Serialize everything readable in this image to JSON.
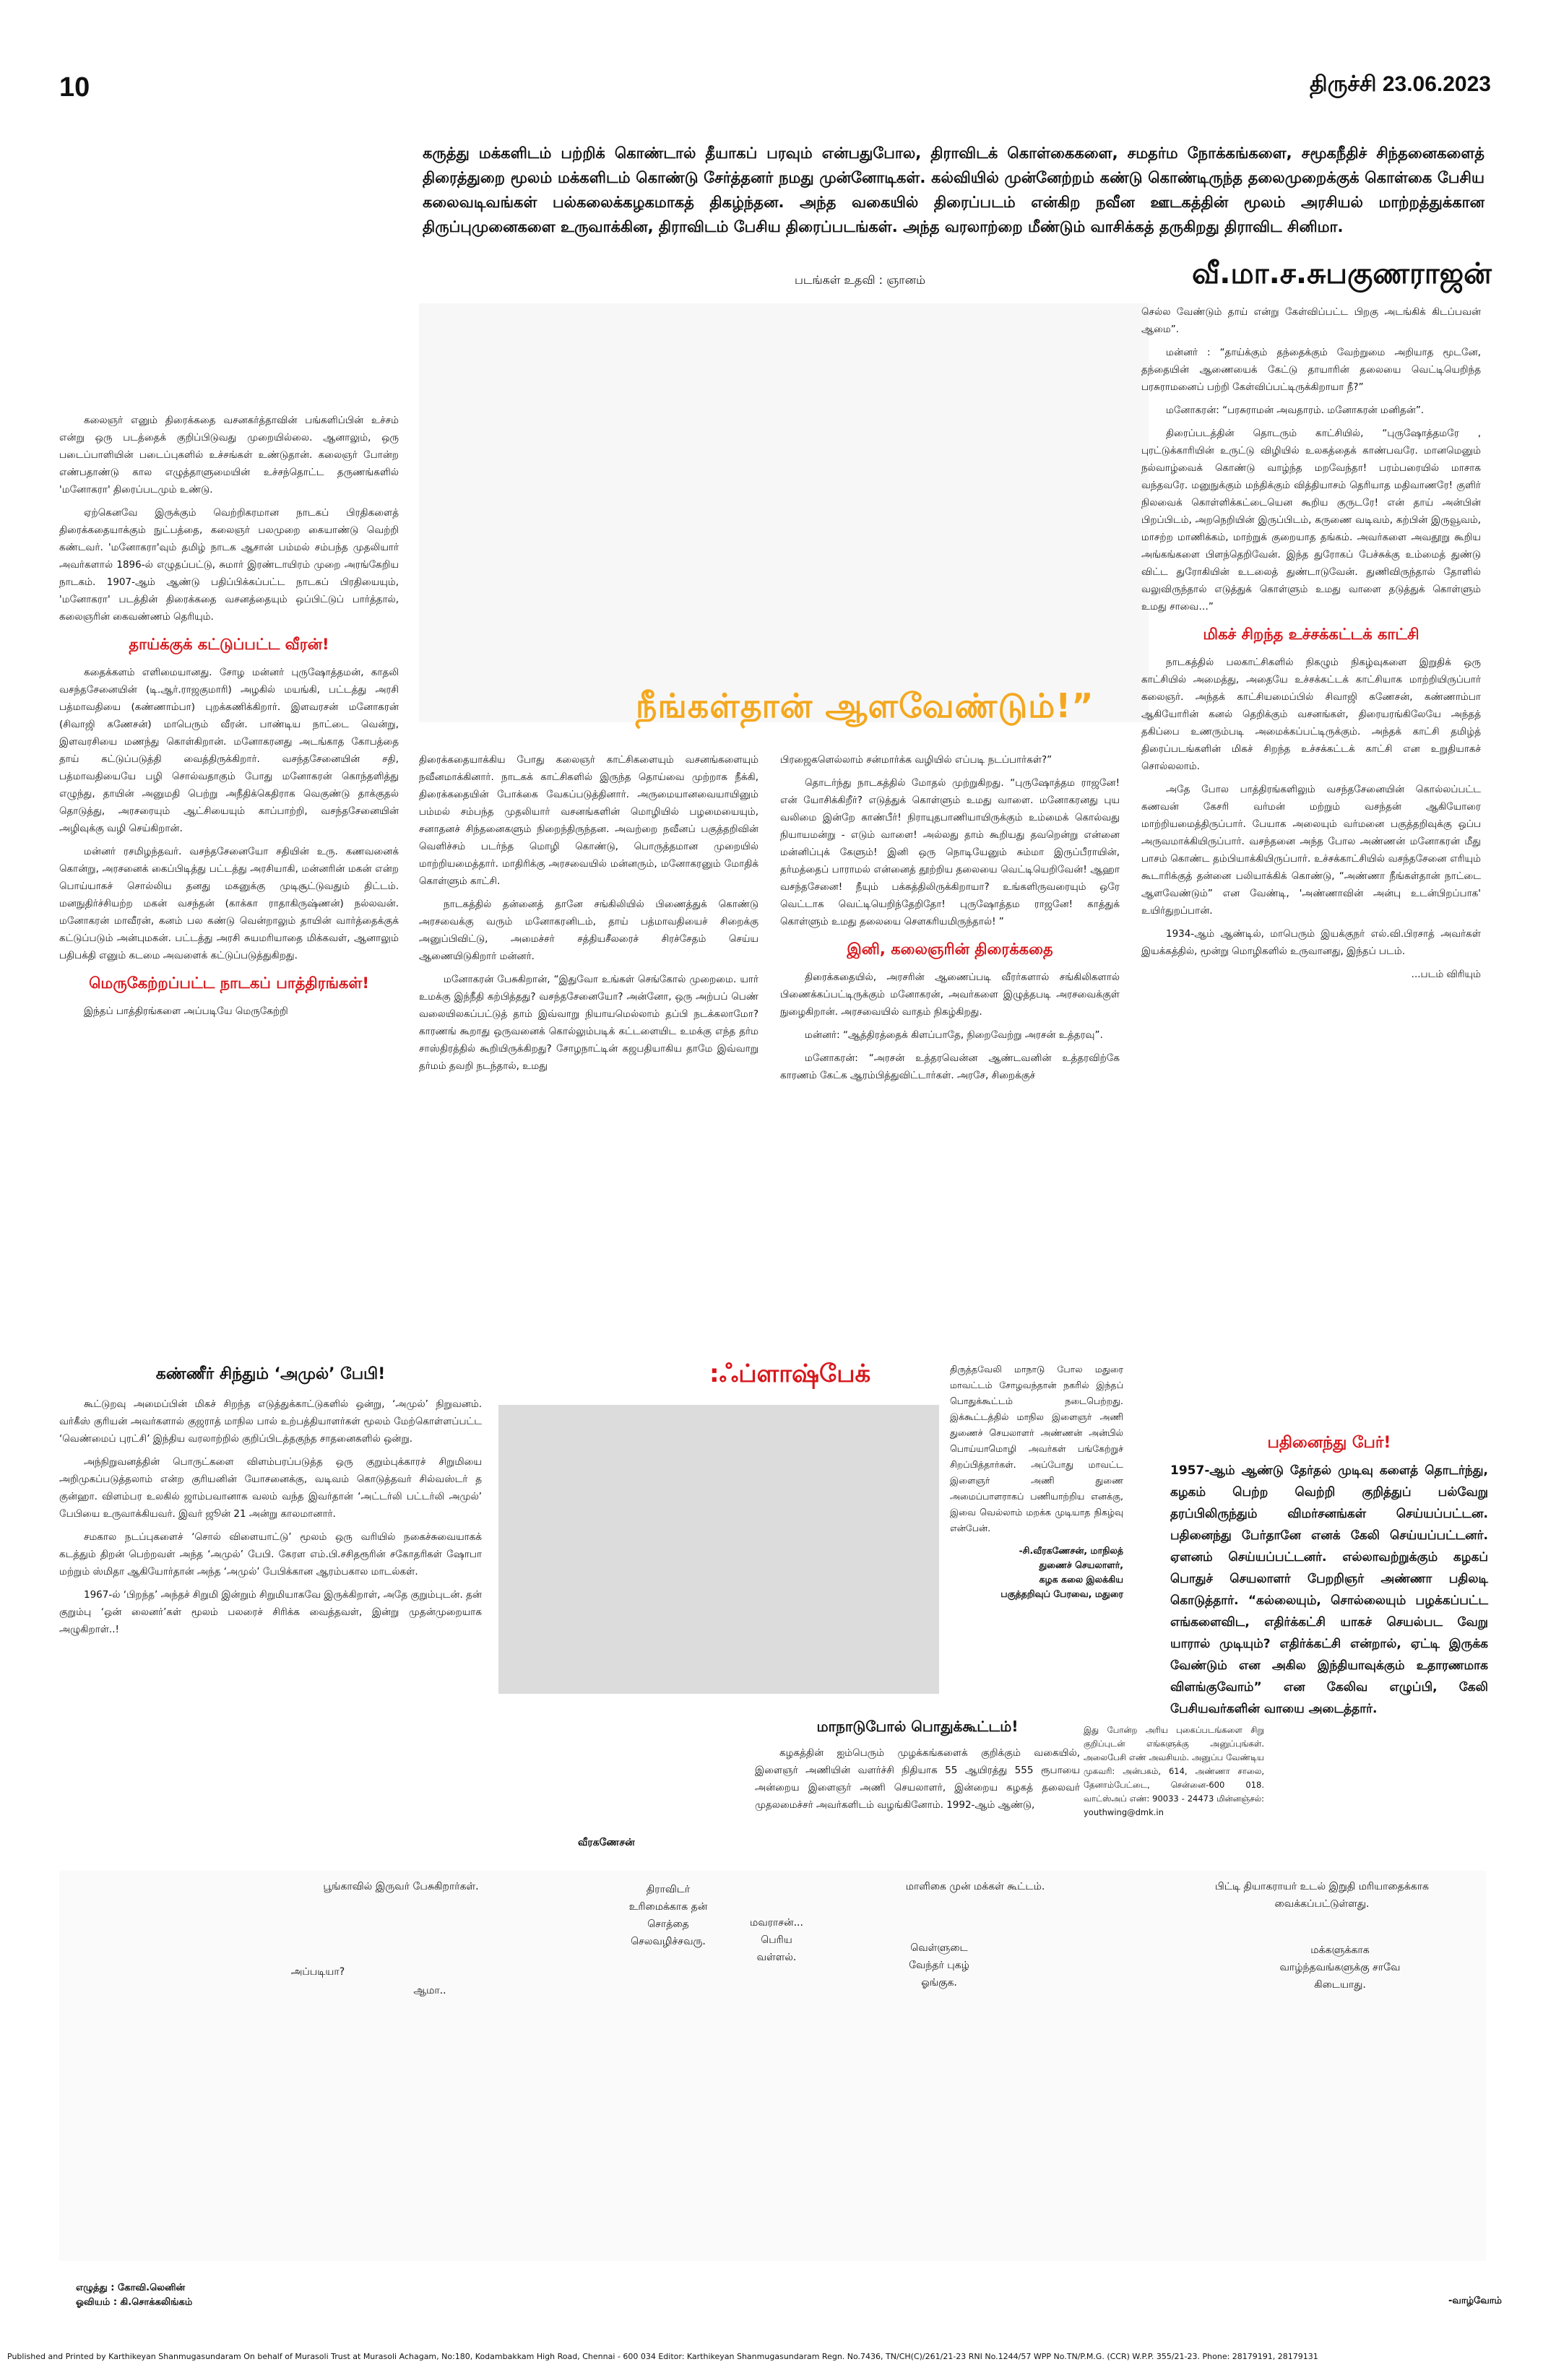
{
  "header": {
    "page_number": "10",
    "dateline": "திருச்சி 23.06.2023"
  },
  "intro": "கருத்து மக்களிடம் பற்றிக் கொண்டால் தீயாகப் பரவும் என்பதுபோல, திராவிடக் கொள்கைகளை, சமதர்ம நோக்கங்களை, சமூகநீதிச் சிந்தனைகளைத் திரைத்துறை மூலம் மக்களிடம் கொண்டு சேர்த்தனர் நமது முன்னோடிகள். கல்வியில் முன்னேற்றம் கண்டு கொண்டிருந்த தலைமுறைக்குக் கொள்கை பேசிய கலைவடிவங்கள் பல்கலைக்கழகமாகத் திகழ்ந்தன. அந்த வகையில் திரைப்படம் என்கிற நவீன ஊடகத்தின் மூலம் அரசியல் மாற்றத்துக்கான திருப்புமுனைகளை உருவாக்கின, திராவிடம் பேசிய திரைப்படங்கள். அந்த வரலாற்றை மீண்டும் வாசிக்கத் தருகிறது திராவிட சினிமா.",
  "photo_credit": "படங்கள் உதவி : ஞானம்",
  "author": "வீ.மா.ச.சுபகுணராஜன்",
  "headline": "நீங்கள்தான் ஆளவேண்டும்!”",
  "col1": {
    "p1": "கலைஞர் எனும் திரைக்கதை வசனகர்த்தாவின் பங்களிப்பின் உச்சம் என்று ஒரு படத்தைக் குறிப்பிடுவது முறையில்லை. ஆனாலும், ஒரு படைப்பாளியின் படைப்புகளில் உச்சங்கள் உண்டுதான். கலைஞர் போன்ற எண்பதாண்டு கால எழுத்தாளுமையின் உச்சந்தொட்ட தருணங்களில் 'மனோகரா' திரைப்படமும் உண்டு.",
    "p2": "ஏற்கெனவே இருக்கும் வெற்றிகரமான நாடகப் பிரதிகளைத் திரைக்கதையாக்கும் நுட்பத்தை, கலைஞர் பலமுறை கையாண்டு வெற்றி கண்டவர். 'மனோகரா'வும் தமிழ் நாடக ஆசான் பம்மல் சம்பந்த முதலியார் அவர்களால் 1896-ல் எழுதப்பட்டு, சுமார் இரண்டாயிரம் முறை அரங்கேறிய நாடகம். 1907-ஆம் ஆண்டு பதிப்பிக்கப்பட்ட நாடகப் பிரதியையும், 'மனோகரா' படத்தின் திரைக்கதை வசனத்தையும் ஒப்பிட்டுப் பார்த்தால், கலைஞரின் கைவண்ணம் தெரியும்.",
    "h1": "தாய்க்குக் கட்டுப்பட்ட வீரன்!",
    "p3": "கதைக்களம் எளிமையானது. சோழ மன்னர் புருஷோத்தமன், காதலி வசந்தசேனையின் (டி.ஆர்.ராஜகுமாரி) அழகில் மயங்கி, பட்டத்து அரசி பத்மாவதியை (கண்ணாம்பா) புறக்கணிக்கிறார். இளவரசன் மனோகரன் (சிவாஜி கணேசன்) மாபெரும் வீரன். பாண்டிய நாட்டை வென்று, இளவரசியை மணந்து கொள்கிறான். மனோகரனது அடங்காத கோபத்தை தாய் கட்டுப்படுத்தி வைத்திருக்கிறார். வசந்தசேனையின் சதி, பத்மாவதியையே பழி சொல்வதாகும் போது மனோகரன் கொந்தளித்து எழுந்து, தாயின் அனுமதி பெற்று அநீதிக்கெதிராக வெகுண்டு தாக்குதல் தொடுத்து, அரசரையும் ஆட்சியையும் காப்பாற்றி, வசந்தசேனையின் அழிவுக்கு வழி செய்கிறான்.",
    "p4": "மன்னர் ரசமிழந்தவர். வசந்தசேனையோ சதியின் உரு. கணவனைக் கொன்று, அரசனைக் கைப்பிடித்து பட்டத்து அரசியாகி, மன்னரின் மகன் என்ற பொய்யாகச் சொல்லிய தனது மகனுக்கு முடிசூட்டுவதும் திட்டம். மனநுதிர்ச்சியற்ற மகன் வசந்தன் (காக்கா ராதாகிருஷ்ணன்) நல்லவன். மனோகரன் மாவீரன், கனம் பல கண்டு வென்றாலும் தாயின் வார்த்தைக்குக் கட்டுப்படும் அன்புமகன். பட்டத்து அரசி சுயமரியாதை மிக்கவள், ஆனாலும் பதிபக்தி எனும் கடமை அவளைக் கட்டுப்படுத்துகிறது.",
    "h2": "மெருகேற்றப்பட்ட நாடகப் பாத்திரங்கள்!",
    "p5": "இந்தப் பாத்திரங்களை அப்படியே மெருகேற்றி"
  },
  "col2": {
    "p1": "திரைக்கதையாக்கிய போது கலைஞர் காட்சிகளையும் வசனங்களையும் நவீனமாக்கினார். நாடகக் காட்சிகளில் இருந்த தொய்வை முற்றாக நீக்கி, திரைக்கதையின் போக்கை வேகப்படுத்தினார். அருமையானவையாயினும் பம்மல் சம்பந்த முதலியார் வசனங்களின் மொழியில் பழமையையும், சனாதனச் சிந்தனைகளும் நிறைந்திருந்தன. அவற்றை நவீனப் பகுத்தறிவின் வெளிச்சம் படர்ந்த மொழி கொண்டு, பொருத்தமான முறையில் மாற்றியமைத்தார். மாதிரிக்கு அரசவையில் மன்னரும், மனோகரனும் மோதிக் கொள்ளும் காட்சி.",
    "p2": "நாடகத்தில் தன்னைத் தானே சங்கிலியில் பிணைத்துக் கொண்டு அரசவைக்கு வரும் மனோகரனிடம், தாய் பத்மாவதியைச் சிறைக்கு அனுப்பிவிட்டு, அமைச்சர் சத்தியசீலரைச் சிரச்சேதம் செய்ய ஆணையிடுகிறார் மன்னர்.",
    "p3": "மனோகரன் பேசுகிறான், “இதுவோ உங்கள் செங்கோல் முறைமை. யார் உமக்கு இந்நீதி கற்பித்தது? வசந்தசேனையோ? அன்னோ, ஒரு அற்பப் பெண் வலையிலகப்பட்டுத் தாம் இவ்வாறு நியாயமெல்லாம் தப்பி நடக்கலாமோ? காரணங் கூறாது ஒருவனைக் கொல்லும்படிக் கட்டளையிட உமக்கு எந்த தர்ம சாஸ்திரத்தில் கூறியிருக்கிறது? சோழநாட்டின் கஜபதியாகிய தாமே இவ்வாறு தர்மம் தவறி நடந்தால், உமது"
  },
  "col3": {
    "p1": "பிரஜைகளெல்லாம் சன்மார்க்க வழியில் எப்படி நடப்பார்கள்?”",
    "p2": "தொடர்ந்து நாடகத்தில் மோதல் முற்றுகிறது. “புருஷோத்தம ராஜனே! என் யோசிக்கிறீர்? எடுத்துக் கொள்ளும் உமது வாளை. மனோகரனது புய வலிமை இன்றே காண்பீர்! நிராயுதபாணியாயிருக்கும் உம்மைக் கொல்வது நியாயமன்று - எடும் வாளை! அல்லது தாம் கூறியது தவறென்று என்னை மன்னிப்புக் கேளும்! இனி ஒரு நொடியேனும் சும்மா இருப்பீராயின், தர்மத்தைப் பாராமல் என்னைத் தூற்றிய தலையை வெட்டியெறிவேன்! ஆஹா வசந்தசேனை! நீயும் பக்கத்திலிருக்கிறாயா? உங்களிருவரையும் ஒரே வெட்டாக வெட்டியெறிந்தேறிதோ! புருஷோத்தம ராஜனே! காத்துக் கொள்ளும் உமது தலையை சௌகரியமிருந்தால்! ”",
    "h1": "இனி, கலைஞரின் திரைக்கதை",
    "p3": "திரைக்கதையில், அரசரின் ஆணைப்படி வீரர்களால் சங்கிலிகளால் பிணைக்கப்பட்டிருக்கும் மனோகரன், அவர்களை இழுத்தபடி அரசவைக்குள் நுழைகிறான். அரசவையில் வாதம் நிகழ்கிறது.",
    "p4": "மன்னர்: “ஆத்திரத்தைக் கிளப்பாதே, நிறைவேற்று அரசன் உத்தரவு”.",
    "p5": "மனோகரன்: “அரசன் உத்தரவென்ன ஆண்டவனின் உத்தரவிற்கே காரணம் கேட்க ஆரம்பித்துவிட்டார்கள். அரசே, சிறைக்குச்"
  },
  "col4": {
    "p1": "செல்ல வேண்டும் தாய் என்று கேள்விப்பட்ட பிறகு அடங்கிக் கிடப்பவன் ஆமை”.",
    "p2": "மன்னர் : “தாய்க்கும் தந்தைக்கும் வேற்றுமை அறியாத மூடனே, தந்தையின் ஆணையைக் கேட்டு தாயாரின் தலையை வெட்டியெறிந்த பரசுராமனைப் பற்றி கேள்விப்பட்டிருக்கிறாயா நீ?”",
    "p3": "மனோகரன்: “பரசுராமன் அவதாரம். மனோகரன் மனிதன்”.",
    "p4": "திரைப்படத்தின் தொடரும் காட்சியில், “புருஷோத்தமரே , புரட்டுக்காரியின் உருட்டு விழியில் உலகத்தைக் காண்பவரே. மானமெனும் நல்வாழ்வைக் கொண்டு வாழ்ந்த மறவேந்தா! பரம்பரையில் மாசாக வந்தவரே. மனுநுக்கும் மந்திக்கும் வித்தியாசம் தெரியாத மதிவாணரே! குளிர் நிலவைக் கொள்ளிக்கட்டையென கூறிய குருடரே! என் தாய் அன்பின் பிறப்பிடம், அறநெறியின் இருப்பிடம், கருணை வடிவம், கற்பின் இருவூவம், மாசற்ற மாணிக்கம், மாற்றுக் குறையாத தங்கம். அவர்களை அவதூறு கூறிய அங்கங்களை பிளந்தெறிவேன். இந்த துரோகப் பேச்சுக்கு உம்மைத் துண்டு விட்ட துரோகியின் உடலைத் துண்டாடுவேன். துணிவிருந்தால் தோளில் வலுவிருந்தால் எடுத்துக் கொள்ளும் உமது வாளை தடுத்துக் கொள்ளும் உமது சாவை…”",
    "h1": "மிகச் சிறந்த உச்சக்கட்டக் காட்சி",
    "p5": "நாடகத்தில் பலகாட்சிகளில் நிகழும் நிகழ்வுகளை இறுதிக் ஒரு காட்சியில் அமைத்து, அதையே உச்சக்கட்டக் காட்சியாக மாற்றியிருப்பார் கலைஞர். அந்தக் காட்சியமைப்பில் சிவாஜி கணேசன், கண்ணாம்பா ஆகியோரின் கனல் தெறிக்கும் வசனங்கள், திரையரங்கிலேயே அந்தத் தகிப்பை உணரும்படி அமைக்கப்பட்டிருக்கும். அந்தக் காட்சி தமிழ்த் திரைப்படங்களின் மிகச் சிறந்த உச்சக்கட்டக் காட்சி என உறுதியாகச் சொல்லலாம்.",
    "p6": "அதே போல பாத்திரங்களிலும் வசந்தசேனையின் கொல்லப்பட்ட கணவன் கேசரி வர்மன் மற்றும் வசந்தன் ஆகியோரை மாற்றியமைத்திருப்பார். பேயாக அலையும் வர்மனை பகுத்தறிவுக்கு ஒப்ப அருவமாக்கியிருப்பார். வசந்தனை அந்த போல அண்ணன் மனோகரன் மீது பாசம் கொண்ட தம்பியாக்கியிருப்பார். உச்சக்காட்சியில் வசந்தசேனை எரியும் கூடாரிக்குத் தன்னை பலியாக்கிக் கொண்டு, “அண்ணா நீங்கள்தான் நாட்டை ஆளவேண்டும்” என வேண்டி, 'அண்ணாவின் அன்பு உடன்பிறப்பாக' உயிர்துறப்பான்.",
    "p7": "1934-ஆம் ஆண்டில், மாபெரும் இயக்குநர் எல்.வி.பிரசாத் அவர்கள் இயக்கத்தில், மூன்று மொழிகளில் உருவானது, இந்தப் படம்.",
    "cont": "...படம் விரியும்"
  },
  "amul": {
    "heading": "கண்ணீர் சிந்தும் ‘அமுல்’ பேபி!",
    "p1": "கூட்டுறவு அமைப்பின் மிகச் சிறந்த எடுத்துக்காட்டுகளில் ஒன்று, ‘அமுல்’ நிறுவனம். வர்கீஸ் குரியன் அவர்களால் குஜராத் மாநில பால் உற்பத்தியாளர்கள் மூலம் மேற்கொள்ளப்பட்ட ‘வெண்மைப் புரட்சி’ இந்திய வரலாற்றில் குறிப்பிடத்தகுந்த சாதனைகளில் ஒன்று.",
    "p2": "அந்நிறுவனத்தின் பொருட்களை விளம்பரப்படுத்த ஒரு குறும்புக்காரச் சிறுமியை அறிமுகப்படுத்தலாம் என்ற குரியனின் யோசனைக்கு, வடிவம் கொடுத்தவர் சில்வஸ்டர் த குன்ஹா. விளம்பர உலகில் ஜாம்பவானாக வலம் வந்த இவர்தான் ‘அட்டர்லி பட்டர்லி அமுல்’ பேபியை உருவாக்கியவர். இவர் ஜூன் 21 அன்று காலமானார்.",
    "p3": "சமகால நடப்புகளைச் ‘சொல் விளையாட்டு’ மூலம் ஒரு வரியில் நகைச்சுவையாகக் கடத்தும் திறன் பெற்றவள் அந்த ‘அமுல்’ பேபி. கேரள எம்.பி.சசிதரூரின் சகோதரிகள் ஷோபா மற்றும் ஸ்மிதா ஆகியோர்தான் அந்த ‘அமுல்’ பேபிக்கான ஆரம்பகால மாடல்கள்.",
    "p4": "1967-ல் ‘பிறந்த’ அந்தச் சிறுமி இன்றும் சிறுமியாகவே இருக்கிறாள், அதே குறும்புடன். தன் குறும்பு ‘ஒன் லைனர்’கள் மூலம் பலரைச் சிரிக்க வைத்தவள், இன்று முதன்முறையாக அழுகிறாள்..!"
  },
  "flashback": {
    "title": ":ஃப்ளாஷ்பேக்",
    "text": "திருத்தவேலி மாநாடு போல மதுரை மாவட்டம் சோழவந்தான் நகரில் இந்தப் பொதுக்கூட்டம் நடைபெற்றது. இக்கூட்டத்தில் மாநில இளைஞர் அணி துணைச் செயலாளர் அண்ணன் அன்பில் பொய்யாமொழி அவர்கள் பங்கேற்றுச் சிறப்பித்தார்கள். அப்போது மாவட்ட இளைஞர் அணி துணை அமைப்பாளராகப் பணியாற்றிய எனக்கு, இவை வெல்லாம் மறக்க முடியாத நிகழ்வு என்பேன்.",
    "sig1": "-சி.வீரகணேசன், மாநிலத்",
    "sig2": "துணைச் செயலாளர்,",
    "sig3": "கழக கலை இலக்கிய",
    "sig4": "பகுத்தறிவுப் பேரவை, மதுரை",
    "sub_heading": "மாநாடுபோல் பொதுக்கூட்டம்!",
    "sub_text": "கழகத்தின் ஐம்பெரும் முழக்கங்களைக் குறிக்கும் வகையில், இளைஞர் அணியின் வளர்ச்சி நிதியாக 55 ஆயிரத்து 555 ரூபாயை அன்றைய இளைஞர் அணி செயலாளர், இன்றைய கழகத் தலைவர் முதலமைச்சர் அவர்களிடம் வழங்கினோம். 1992-ஆம் ஆண்டு,",
    "sub_name": "வீரகணேசன்",
    "appeal": "இது போன்ற அரிய புகைப்படங்களை சிறு குறிப்புடன் எங்களுக்கு அனுப்புங்கள். அலைபேசி எண் அவசியம். அனுப்ப வேண்டிய முகவரி: அன்பகம், 614, அண்ணா சாலை, தேனாம்பேட்டை, சென்னை-600 018. வாட்ஸ்அப் எண்: 90033 - 24473 மின்னஞ்சல்: youthwing@dmk.in"
  },
  "pathinainthu": {
    "heading": "பதினைந்து பேர்!",
    "text": "1957-ஆம் ஆண்டு தேர்தல் முடிவு களைத் தொடர்ந்து, கழகம் பெற்ற வெற்றி குறித்துப் பல்வேறு தரப்பிலிருந்தும் விமர்சனங்கள் செய்யப்பட்டன. பதினைந்து பேர்தானே எனக் கேலி செய்யப்பட்டனர். ஏளனம் செய்யப்பட்டனர். எல்லாவற்றுக்கும் கழகப் பொதுச் செயலாளர் பேறறிஞர் அண்ணா பதிலடி கொடுத்தார். “கல்லையும், சொல்லையும் பழக்கப்பட்ட எங்களைவிட, எதிர்க்கட்சி யாகச் செயல்பட வேறு யாரால் முடியும்? எதிர்க்கட்சி என்றால், ஏட்டி இருக்க வேண்டும் என அகில இந்தியாவுக்கும் உதாரணமாக விளங்குவோம்” என கேலிவ எழுப்பி, கேலி பேசியவர்களின் வாயை அடைத்தார்."
  },
  "comic": {
    "p1_a": "பூங்காவில் இருவர் பேசுகிறார்கள்.",
    "p1_b": "அப்படியா?",
    "p1_c": "ஆமா..",
    "p1_d": "திராவிடர் உரிமைக்காக தன் சொத்தை செலவழிச்சவரு.",
    "p1_e": "மவராசன்... பெரிய வள்ளல்.",
    "p2_a": "மாளிகை முன் மக்கள் கூட்டம்.",
    "p2_b": "வெள்ளுடை வேந்தர் புகழ் ஓங்குக.",
    "p3_a": "பிட்டி தியாகராயர் உடல் இறுதி மரியாதைக்காக வைக்கப்பட்டுள்ளது.",
    "p3_b": "மக்களுக்காக வாழ்ந்தவங்களுக்கு சாவே கிடையாது.",
    "credit1": "எழுத்து : கோவி.லெனின்",
    "credit2": "ஓவியம் : கி.சொக்கலிங்கம்",
    "end": "-வாழ்வோம்"
  },
  "footer": "Published and Printed by Karthikeyan Shanmugasundaram On behalf of Murasoli Trust at Murasoli Achagam, No:180, Kodambakkam High Road, Chennai - 600 034 Editor: Karthikeyan Shanmugasundaram Regn. No.7436, TN/CH(C)/261/21-23 RNI No.1244/57 WPP No.TN/P.M.G. (CCR) W.P.P. 355/21-23. Phone: 28179191, 28179131"
}
